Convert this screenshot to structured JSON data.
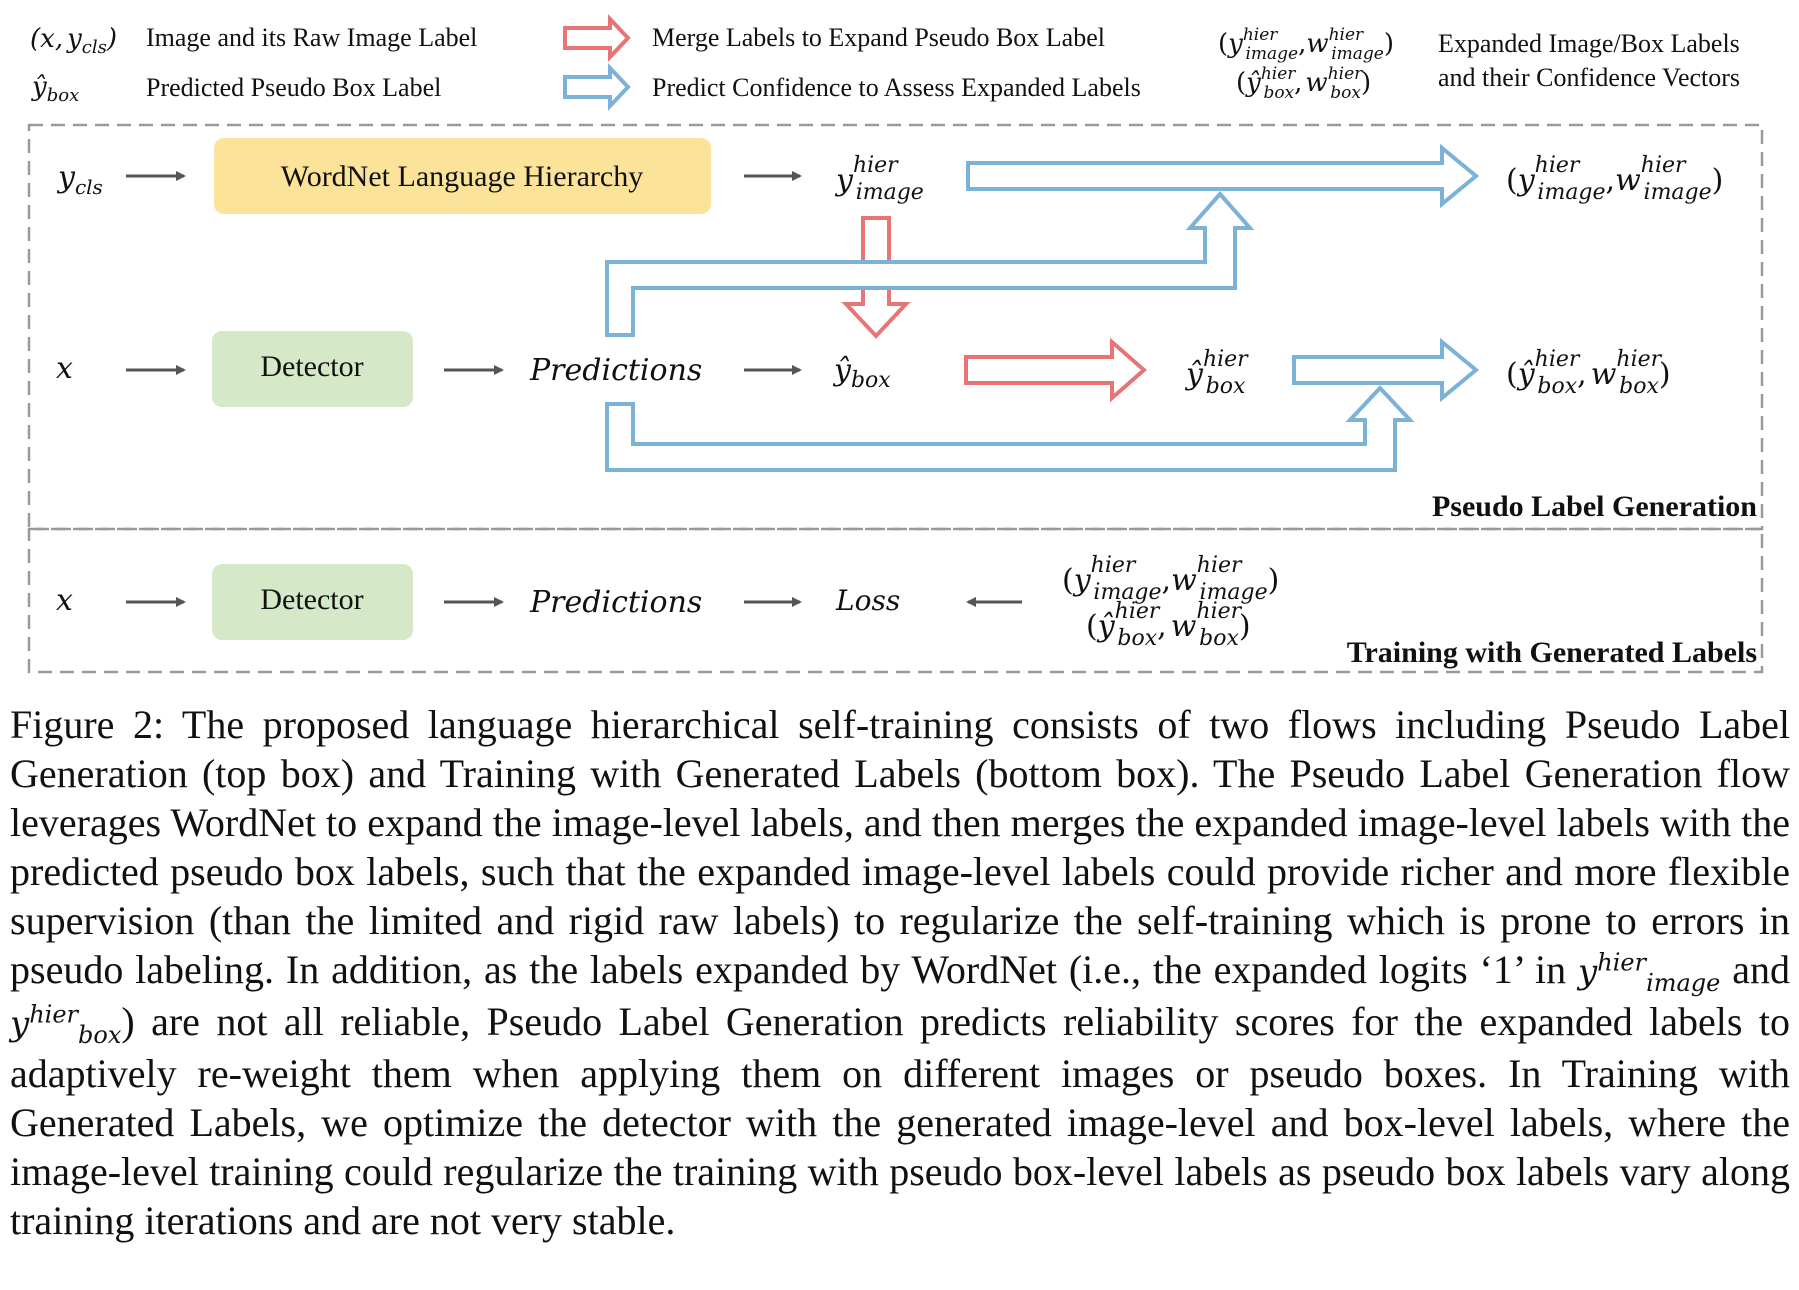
{
  "legend": {
    "raw_label_symbol": "(x, y_cls)",
    "raw_label_text": "Image and its Raw Image Label",
    "pseudo_box_symbol": "ŷ_box",
    "pseudo_box_text": "Predicted Pseudo Box Label",
    "merge_text": "Merge Labels to Expand Pseudo Box Label",
    "predict_text": "Predict Confidence to Assess Expanded Labels",
    "expanded_text_line1": "Expanded Image/Box Labels",
    "expanded_text_line2": "and their Confidence Vectors"
  },
  "symbols": {
    "y": "y",
    "y_hat": "ŷ",
    "w": "w",
    "x": "x",
    "cls": "cls",
    "box": "box",
    "image": "image",
    "hier": "hier",
    "open_paren": "(",
    "close_paren": ")",
    "comma": ","
  },
  "pseudo_label_generation": {
    "wordnet_label": "WordNet Language Hierarchy",
    "detector_label": "Detector",
    "predictions_label": "Predictions",
    "section_title": "Pseudo Label Generation"
  },
  "training": {
    "detector_label": "Detector",
    "predictions_label": "Predictions",
    "loss_label": "Loss",
    "section_title": "Training with Generated Labels"
  },
  "colors": {
    "wordnet_fill": "#fbe39a",
    "detector_fill": "#d5e8c7",
    "merge_arrow": "#e87575",
    "predict_arrow": "#7cb2d8",
    "dashed_border": "#999999",
    "flow_arrow": "#555555"
  },
  "caption": {
    "p1": "Figure 2: The proposed language hierarchical self-training consists of two flows including Pseudo Label Generation (top box) and Training with Generated Labels (bottom box). The Pseudo Label Generation flow leverages WordNet to expand the image-level labels, and then merges the expanded image-level labels with the predicted pseudo box labels, such that the expanded image-level labels could provide richer and more flexible supervision (than the limited and rigid raw labels) to regularize the self-training which is prone to errors in pseudo labeling. In addition, as the labels expanded by WordNet (i.e., the expanded logits ‘1’ in ",
    "and": " and ",
    "p2": ") are not all reliable, Pseudo Label Generation predicts reliability scores for the expanded labels to adaptively re-weight them when applying them on different images or pseudo boxes. In Training with Generated Labels, we optimize the detector with the generated image-level and box-level labels, where the image-level training could regularize the training with pseudo box-level labels as pseudo box labels vary along training iterations and are not very stable."
  }
}
